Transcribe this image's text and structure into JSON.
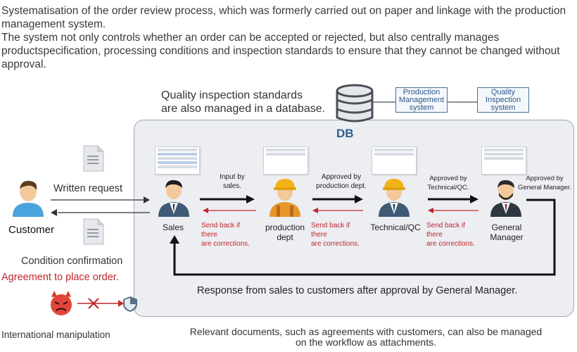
{
  "intro": {
    "line1": "Systematisation of the order review process, which was formerly carried out on paper and linkage with the production management system.",
    "line2": "The system not only controls whether an order can be accepted or rejected, but also centrally manages productspecification, processing conditions and inspection standards to ensure that they cannot be changed without approval."
  },
  "db": {
    "note_line1": "Quality inspection standards",
    "note_line2": "are also managed in a database.",
    "label": "DB",
    "systems": [
      {
        "line1": "Production",
        "line2": "Management",
        "line3": "system"
      },
      {
        "line1": "Quality",
        "line2": "Inspection",
        "line3": "system"
      }
    ]
  },
  "customer": {
    "label": "Customer",
    "written_request": "Written request",
    "condition_confirmation": "Condition confirmation",
    "agreement": "Agreement to place order.",
    "manipulation": "International manipulation"
  },
  "roles": [
    {
      "label_line1": "Sales",
      "label_line2": ""
    },
    {
      "label_line1": "production",
      "label_line2": "dept"
    },
    {
      "label_line1": "Technical/QC",
      "label_line2": ""
    },
    {
      "label_line1": "General",
      "label_line2": "Manager"
    }
  ],
  "forward_labels": [
    {
      "line1": "Input by",
      "line2": "sales."
    },
    {
      "line1": "Approved by",
      "line2": "production dept."
    },
    {
      "line1": "Approved by",
      "line2": "Technical/QC."
    },
    {
      "line1": "Approved by",
      "line2": "General Manager."
    }
  ],
  "sendback": {
    "line1": "Send back if there",
    "line2": "are corrections."
  },
  "response_text": "Response from sales to customers after approval by General Manager.",
  "footer": {
    "line1": "Relevant documents, such as agreements with customers, can also be managed",
    "line2": "on the workflow as attachments."
  },
  "colors": {
    "accent_blue": "#2b5f8c",
    "send_back_red": "#c0272d",
    "arrow_black": "#111111",
    "panel_bg": "#eceef2"
  },
  "icons": [
    "document-icon",
    "database-icon",
    "customer-icon",
    "sales-person-icon",
    "worker-icon",
    "manager-icon",
    "devil-icon",
    "shield-icon"
  ]
}
